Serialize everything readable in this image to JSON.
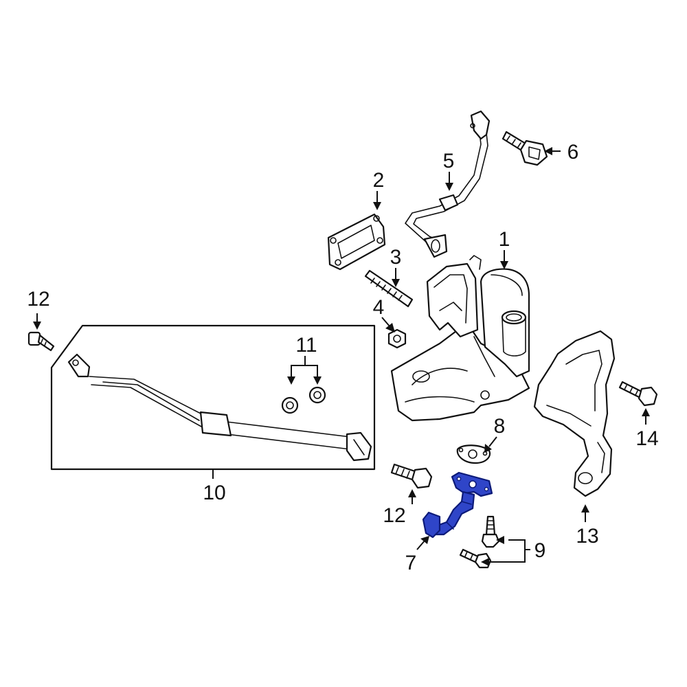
{
  "diagram": {
    "highlight_color": "#2f45c8",
    "line_color": "#111111",
    "background": "#ffffff",
    "callouts": {
      "c1": "1",
      "c2": "2",
      "c3": "3",
      "c4": "4",
      "c5": "5",
      "c6": "6",
      "c7": "7",
      "c8": "8",
      "c9": "9",
      "c10": "10",
      "c11": "11",
      "c12a": "12",
      "c12b": "12",
      "c13": "13",
      "c14": "14"
    },
    "parts": {
      "p1": "turbocharger",
      "p2": "gasket",
      "p3": "stud",
      "p4": "nut",
      "p5": "oil-feed-line",
      "p6": "bolt",
      "p7": "oil-return-pipe",
      "p8": "gasket",
      "p9": "bolts",
      "p10": "coolant-line-assembly",
      "p11": "washers",
      "p12": "bolts",
      "p13": "heat-shield",
      "p14": "bolt"
    }
  }
}
